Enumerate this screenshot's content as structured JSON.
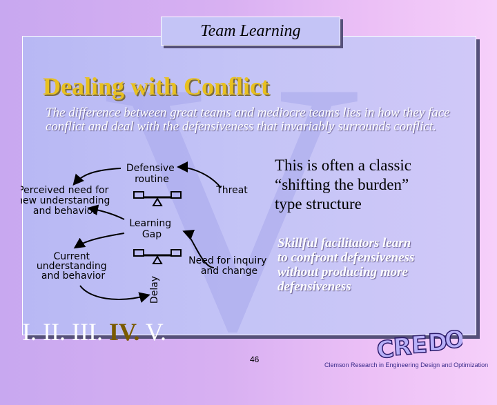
{
  "title": "Team Learning",
  "watermark": "V",
  "heading": "Dealing with Conflict",
  "intro": "The difference between great teams and mediocre teams lies in how they face conflict and deal with the defensiveness that invariably surrounds conflict.",
  "diagram": {
    "defensive": [
      "Defensive",
      "routine"
    ],
    "perceived": [
      "Perceived need for",
      "new understanding",
      "and behavior"
    ],
    "threat": "Threat",
    "learning": [
      "Learning",
      "Gap"
    ],
    "current": [
      "Current",
      "understanding",
      "and behavior"
    ],
    "need": [
      "Need for inquiry",
      "and change"
    ],
    "delay": "Delay"
  },
  "classic": [
    "This is often a classic",
    "“shifting the burden”",
    "type structure"
  ],
  "skillful": [
    "Skillful facilitators learn",
    "to confront defensiveness",
    "without producing more",
    "defensiveness"
  ],
  "sections": [
    "I.",
    "II.",
    "III.",
    "IV.",
    "V."
  ],
  "current_section": "IV.",
  "page_number": "46",
  "logo_text": "CREDO",
  "footer": "Clemson Research in Engineering Design and Optimization",
  "colors": {
    "heading": "#e8c020",
    "background": "#c8a8f0",
    "panel": "#c4c4f6",
    "footer": "#3a2c8a"
  }
}
